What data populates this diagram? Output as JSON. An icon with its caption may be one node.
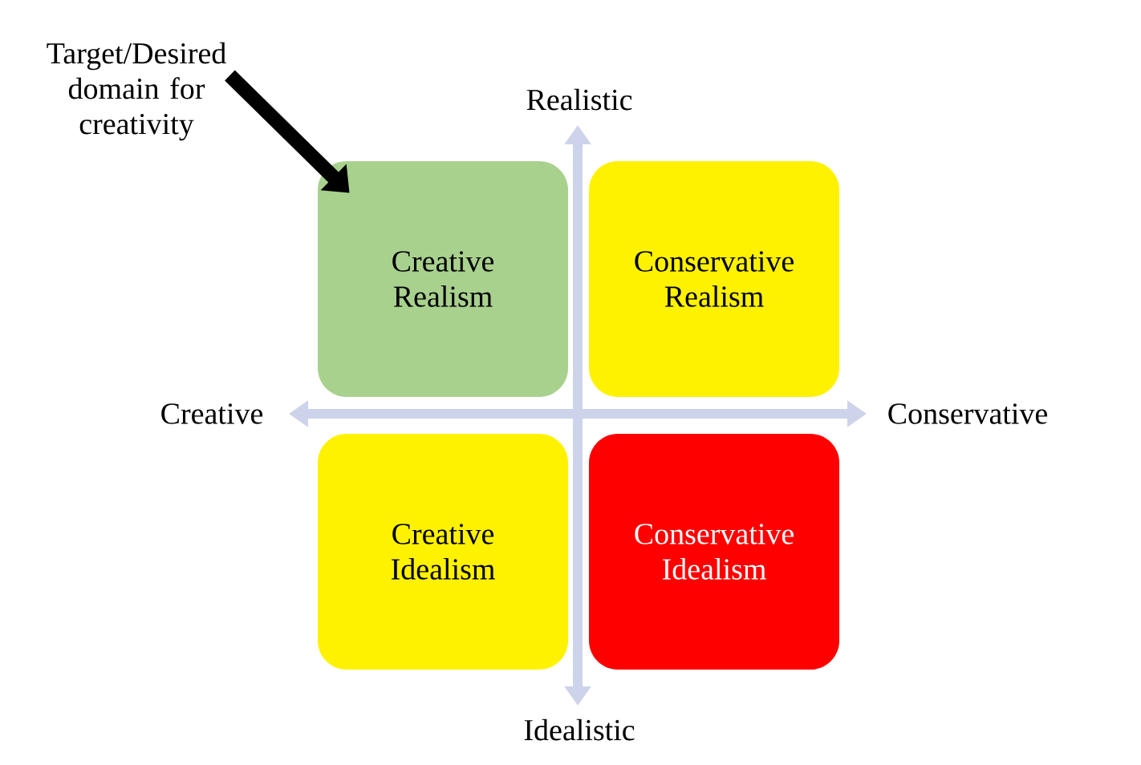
{
  "diagram": {
    "nodes": [
      {
        "text": [
          "Target/Desired domain for creativity"
        ]
      },
      {
        "text": [
          "Creative Realism"
        ]
      },
      {
        "text": [
          "Conservative Realism"
        ]
      },
      {
        "text": [
          "Creative Idealism"
        ]
      },
      {
        "text": [
          "Conservative Idealism"
        ]
      }
    ],
    "edges": [
      {
        "from": 0,
        "to": 1,
        "arrow": "to"
      }
    ],
    "labels": [
      "Realistic",
      "Creative",
      "Conservative",
      "Idealistic"
    ]
  }
}
